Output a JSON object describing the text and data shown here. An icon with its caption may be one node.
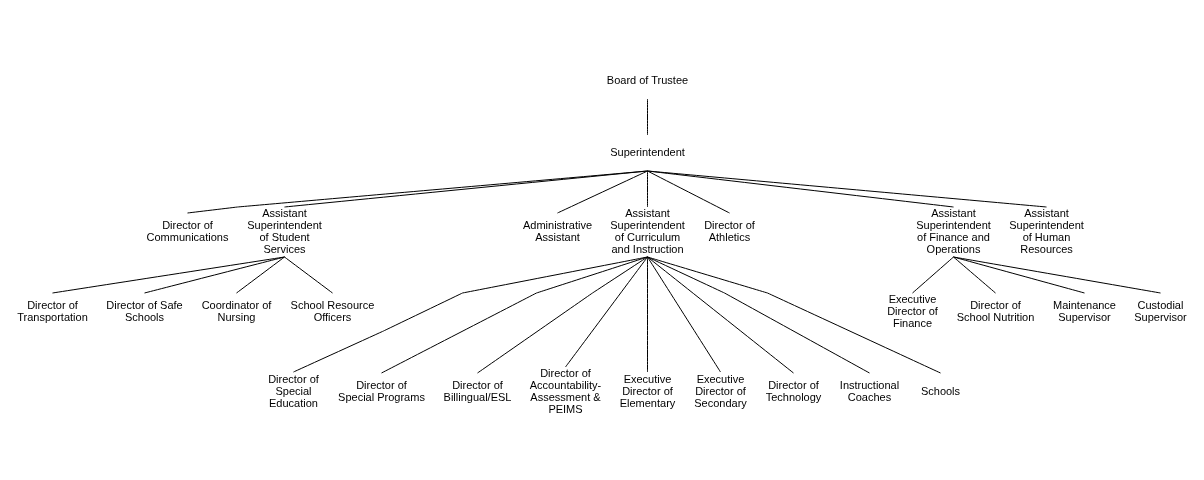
{
  "diagram": {
    "nodes": [
      {
        "text": [
          "Board of Trustee"
        ]
      },
      {
        "text": [
          "Superintendent"
        ]
      },
      {
        "text": [
          "Director of Communications"
        ]
      },
      {
        "text": [
          "Assistant Superintendent of Student Services"
        ]
      },
      {
        "text": [
          "Administrative Assistant"
        ]
      },
      {
        "text": [
          "Assistant Superintendent of Curriculum and Instruction"
        ]
      },
      {
        "text": [
          "Director of Athletics"
        ]
      },
      {
        "text": [
          "Assistant Superintendent of Finance and Operations"
        ]
      },
      {
        "text": [
          "Assistant Superintendent of Human Resources"
        ]
      },
      {
        "text": [
          "Director of Transportation"
        ]
      },
      {
        "text": [
          "Director of Safe Schools"
        ]
      },
      {
        "text": [
          "Coordinator of Nursing"
        ]
      },
      {
        "text": [
          "School Resource Officers"
        ]
      },
      {
        "text": [
          "Executive Director of Finance"
        ]
      },
      {
        "text": [
          "Director of School Nutrition"
        ]
      },
      {
        "text": [
          "Maintenance Supervisor"
        ]
      },
      {
        "text": [
          "Custodial Supervisor"
        ]
      },
      {
        "text": [
          "Director of Special Education"
        ]
      },
      {
        "text": [
          "Director of Special Programs"
        ]
      },
      {
        "text": [
          "Director of Billingual/ESL"
        ]
      },
      {
        "text": [
          "Director of Accountability- Assessment & PEIMS"
        ]
      },
      {
        "text": [
          "Executive Director of Elementary"
        ]
      },
      {
        "text": [
          "Executive Director of Secondary"
        ]
      },
      {
        "text": [
          "Director of Technology"
        ]
      },
      {
        "text": [
          "Instructional Coaches"
        ]
      },
      {
        "text": [
          "Schools"
        ]
      }
    ],
    "edges": [
      {
        "from": 0,
        "to": 1,
        "arrow": "none"
      },
      {
        "from": 1,
        "to": 2,
        "arrow": "none"
      },
      {
        "from": 1,
        "to": 3,
        "arrow": "none"
      },
      {
        "from": 1,
        "to": 4,
        "arrow": "none"
      },
      {
        "from": 1,
        "to": 5,
        "arrow": "none"
      },
      {
        "from": 1,
        "to": 6,
        "arrow": "none"
      },
      {
        "from": 1,
        "to": 7,
        "arrow": "none"
      },
      {
        "from": 1,
        "to": 8,
        "arrow": "none"
      },
      {
        "from": 3,
        "to": 9,
        "arrow": "none"
      },
      {
        "from": 3,
        "to": 10,
        "arrow": "none"
      },
      {
        "from": 3,
        "to": 11,
        "arrow": "none"
      },
      {
        "from": 3,
        "to": 12,
        "arrow": "none"
      },
      {
        "from": 7,
        "to": 13,
        "arrow": "none"
      },
      {
        "from": 7,
        "to": 14,
        "arrow": "none"
      },
      {
        "from": 7,
        "to": 15,
        "arrow": "none"
      },
      {
        "from": 7,
        "to": 16,
        "arrow": "none"
      },
      {
        "from": 5,
        "to": 17,
        "arrow": "none"
      },
      {
        "from": 5,
        "to": 18,
        "arrow": "none"
      },
      {
        "from": 5,
        "to": 19,
        "arrow": "none"
      },
      {
        "from": 5,
        "to": 20,
        "arrow": "none"
      },
      {
        "from": 5,
        "to": 21,
        "arrow": "none"
      },
      {
        "from": 5,
        "to": 22,
        "arrow": "none"
      },
      {
        "from": 5,
        "to": 23,
        "arrow": "none"
      },
      {
        "from": 5,
        "to": 24,
        "arrow": "none"
      },
      {
        "from": 5,
        "to": 25,
        "arrow": "none"
      }
    ]
  }
}
